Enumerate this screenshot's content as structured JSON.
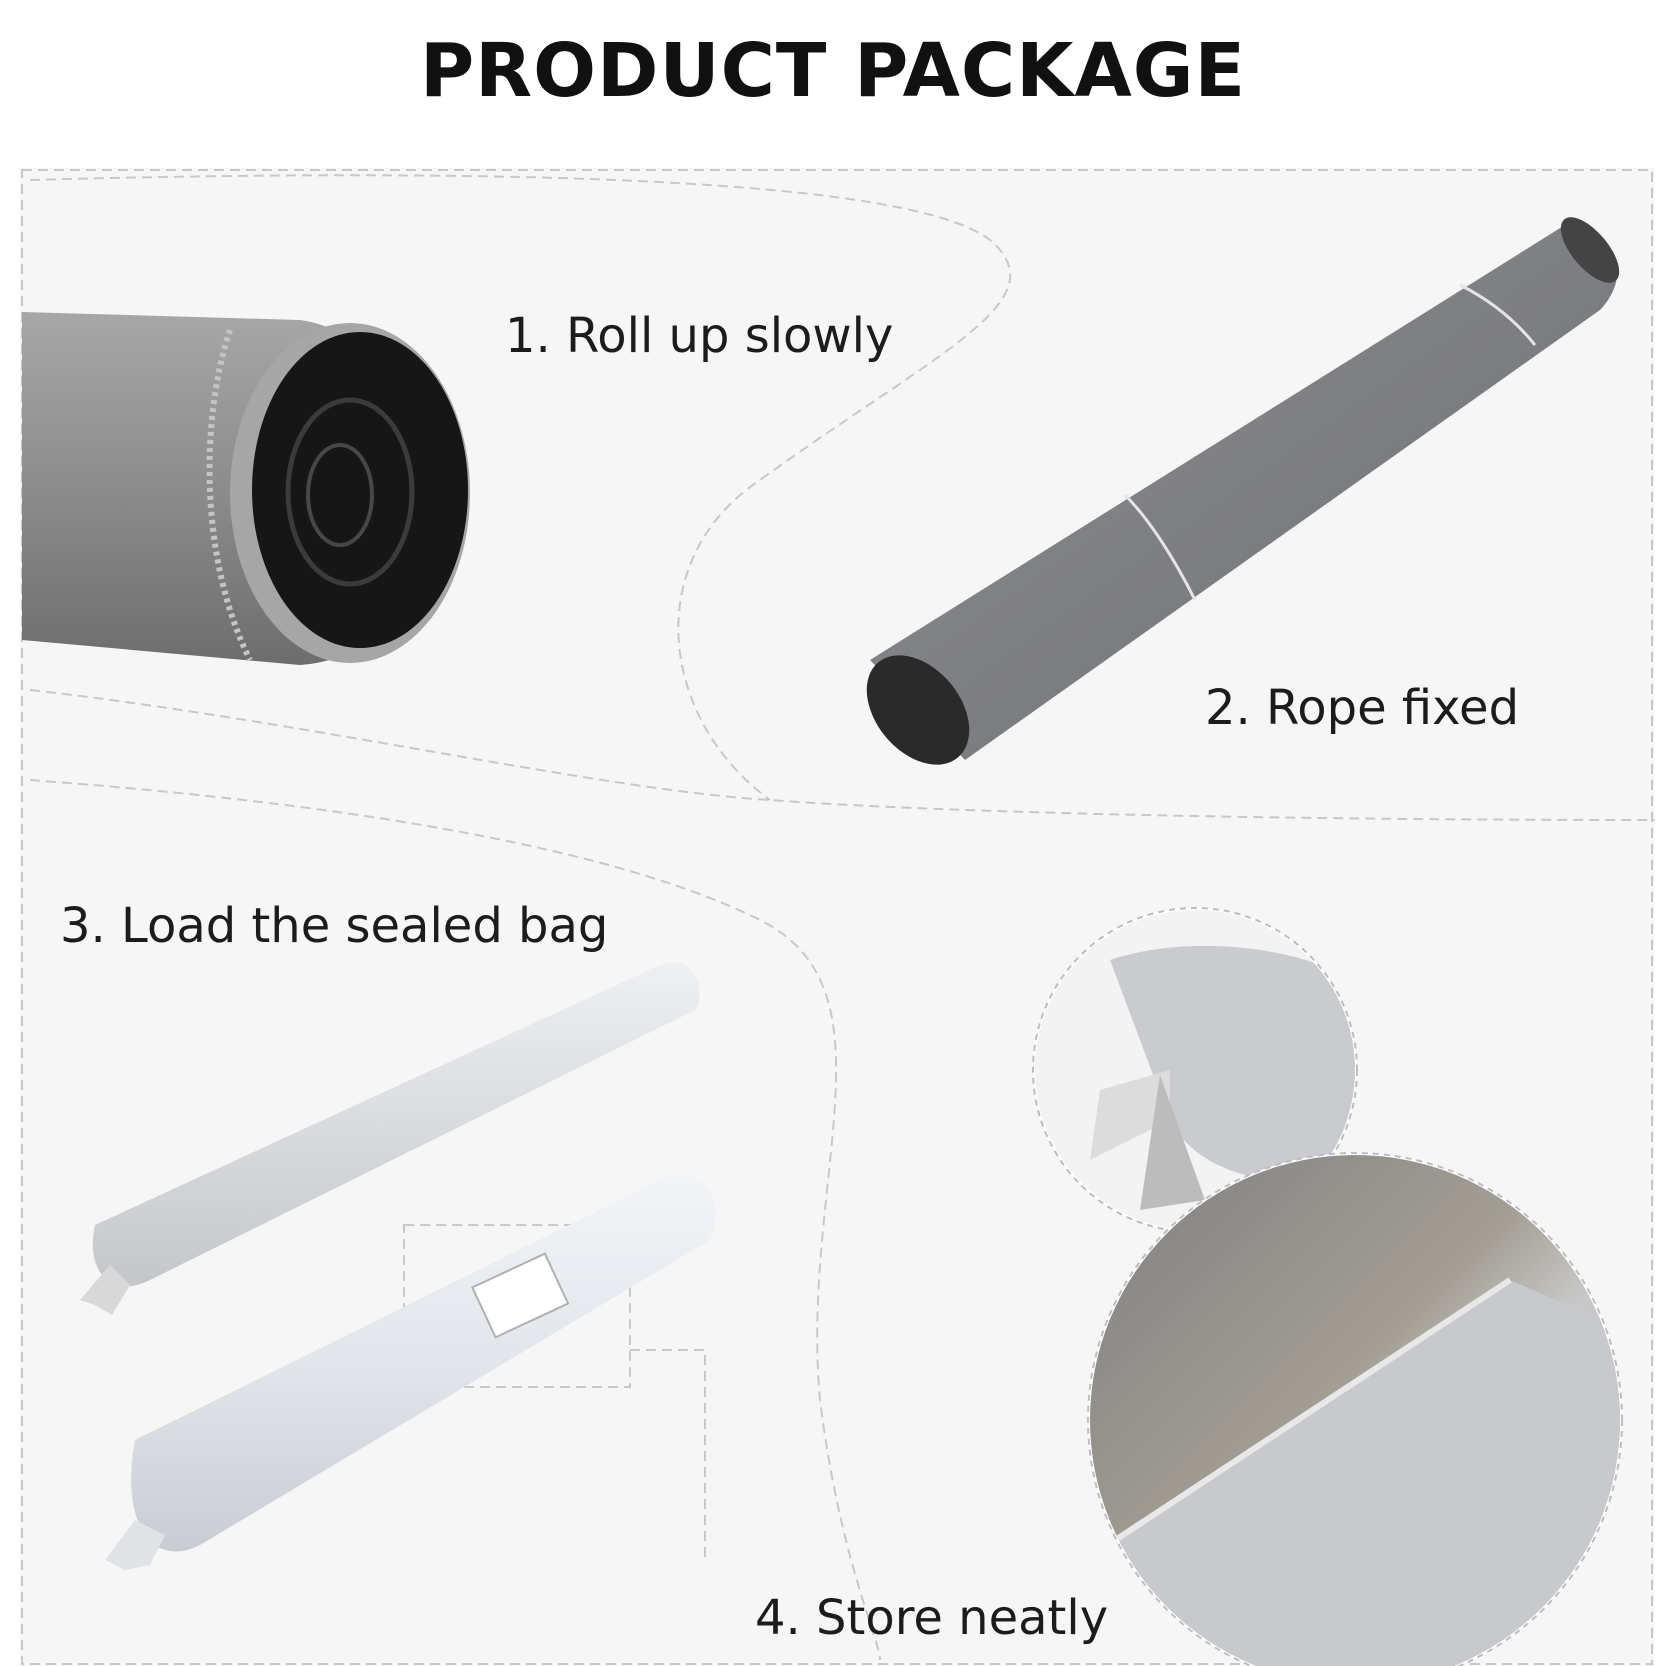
{
  "header": {
    "title": "PRODUCT PACKAGE"
  },
  "steps": [
    {
      "label": "1. Roll up slowly"
    },
    {
      "label": "2. Rope fixed"
    },
    {
      "label": "3. Load the sealed bag"
    },
    {
      "label": "4. Store neatly"
    }
  ],
  "colors": {
    "text": "#1c1c1c",
    "rug_gray": "#8f8f8f",
    "rug_dark": "#1a1a1a",
    "bag_white": "#e6e8ea",
    "dashed_line": "#c8c8c8"
  }
}
